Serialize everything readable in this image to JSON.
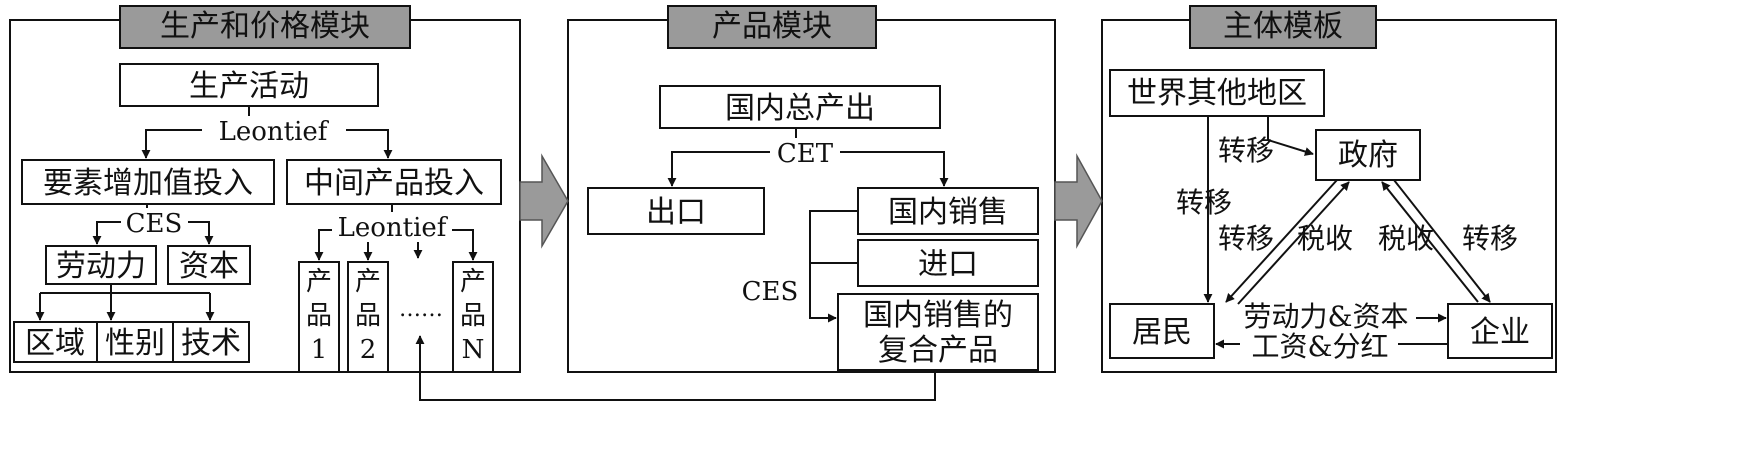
{
  "modules": {
    "production": {
      "title": "生产和价格模块",
      "activity": "生产活动",
      "leontief_top": "Leontief",
      "factor_input": "要素增加值投入",
      "intermediate_input": "中间产品投入",
      "ces": "CES",
      "labor": "劳动力",
      "capital": "资本",
      "region": "区域",
      "gender": "性别",
      "skill": "技术",
      "leontief_mid": "Leontief",
      "product1": [
        "产",
        "品",
        "1"
      ],
      "product2": [
        "产",
        "品",
        "2"
      ],
      "productN": [
        "产",
        "品",
        "N"
      ],
      "ellipsis": "……"
    },
    "product": {
      "title": "产品模块",
      "gross_output": "国内总产出",
      "cet": "CET",
      "export": "出口",
      "domestic_sales": "国内销售",
      "import": "进口",
      "ces": "CES",
      "composite_line1": "国内销售的",
      "composite_line2": "复合产品"
    },
    "agent": {
      "title": "主体模板",
      "rest_of_world": "世界其他地区",
      "government": "政府",
      "households": "居民",
      "enterprises": "企业",
      "transfer_row_to_gov": "转移",
      "transfer_row_to_hh": "转移",
      "transfer_gov_hh": "转移",
      "tax_hh": "税收",
      "tax_ent": "税收",
      "transfer_gov_ent": "转移",
      "labor_capital": "劳动力&资本",
      "wage_dividend": "工资&分红"
    }
  }
}
